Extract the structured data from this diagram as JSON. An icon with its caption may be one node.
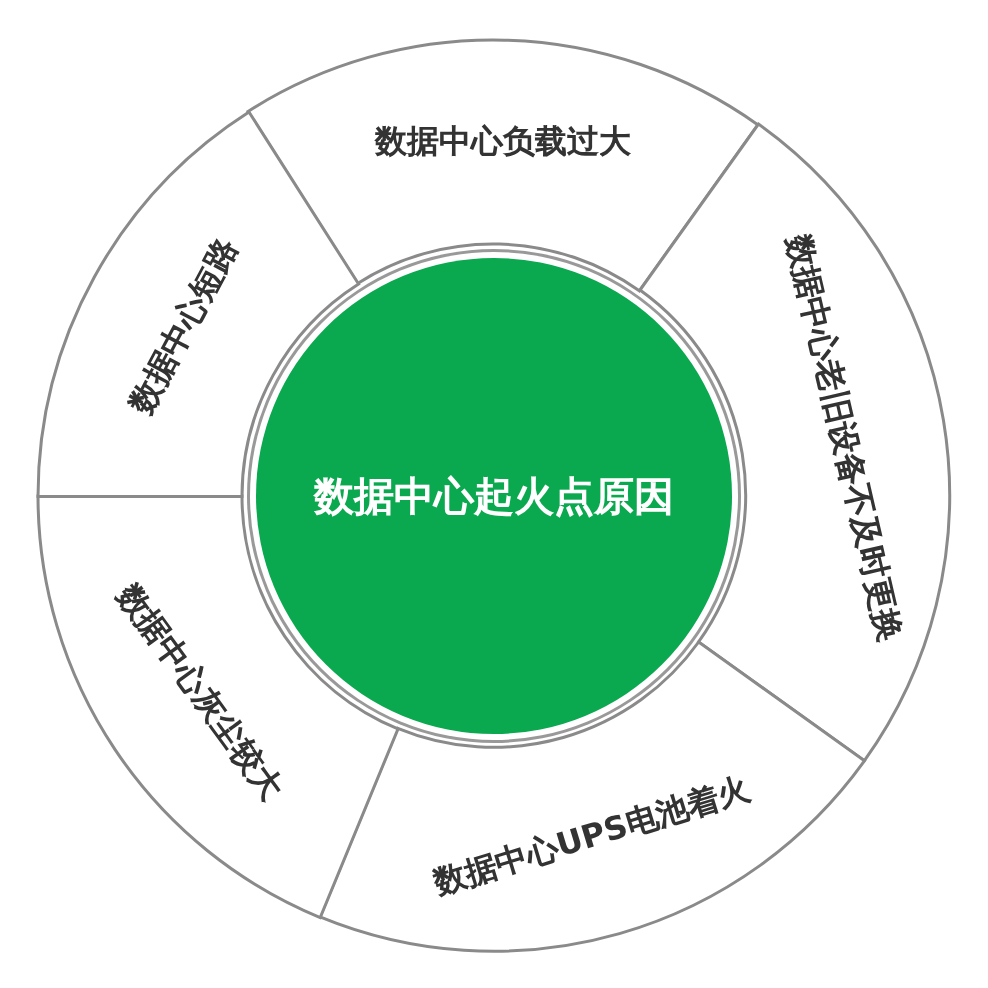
{
  "diagram": {
    "nodes": [
      {
        "text": [
          "数据中心负载过大"
        ]
      },
      {
        "text": [
          "数据中心老旧设备不及时更换"
        ]
      },
      {
        "text": [
          "数据中心UPS电池着火"
        ]
      },
      {
        "text": [
          "数据中心灰尘较大"
        ]
      },
      {
        "text": [
          "数据中心短路"
        ]
      },
      {
        "text": [
          "数据中心起火点原因"
        ]
      }
    ]
  }
}
